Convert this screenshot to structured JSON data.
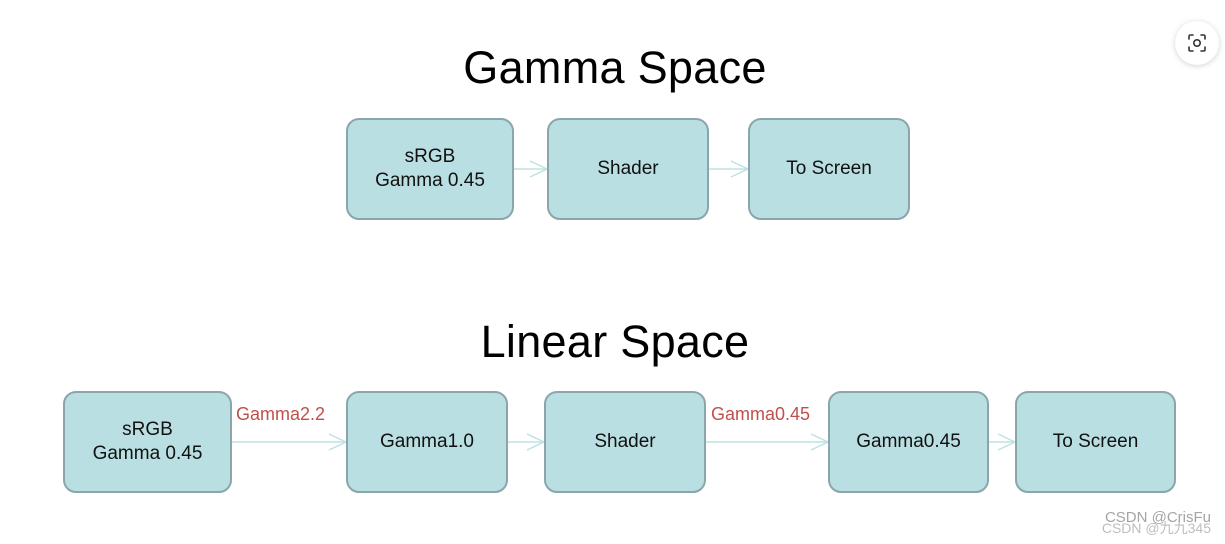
{
  "gamma_space": {
    "title": "Gamma Space",
    "nodes": [
      {
        "lines": [
          "sRGB",
          "Gamma 0.45"
        ]
      },
      {
        "lines": [
          "Shader"
        ]
      },
      {
        "lines": [
          "To Screen"
        ]
      }
    ]
  },
  "linear_space": {
    "title": "Linear Space",
    "nodes": [
      {
        "lines": [
          "sRGB",
          "Gamma 0.45"
        ]
      },
      {
        "lines": [
          "Gamma1.0"
        ]
      },
      {
        "lines": [
          "Shader"
        ]
      },
      {
        "lines": [
          "Gamma0.45"
        ]
      },
      {
        "lines": [
          "To Screen"
        ]
      }
    ],
    "edge_labels": {
      "srgb_to_gamma1": "Gamma2.2",
      "shader_to_gamma045": "Gamma0.45"
    }
  },
  "colors": {
    "node_fill": "#b9dfe2",
    "node_border": "#8aa6aa",
    "arrow": "#bfe1e4",
    "edge_label": "#c0504d"
  },
  "toolbar": {
    "scan_icon": "scan-icon"
  },
  "watermark": {
    "line1": "CSDN @CrisFu",
    "line2": "CSDN @九九345"
  }
}
